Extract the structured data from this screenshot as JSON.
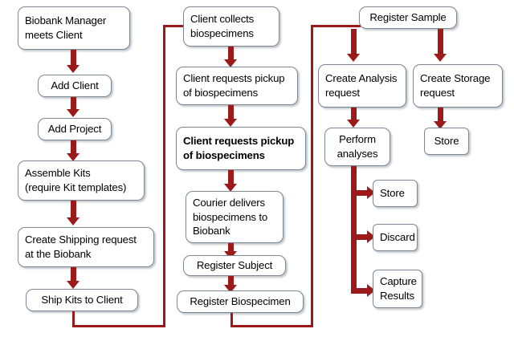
{
  "diagram": {
    "title": "Biobank workflow flowchart",
    "colors": {
      "connector": "#9d1a1a",
      "node_border": "#7c8893",
      "node_fill": "#ffffff",
      "text": "#000000"
    },
    "columns": [
      {
        "name": "client-onboarding-column",
        "nodes": [
          {
            "id": "biobank-manager-meets-client",
            "label": "Biobank Manager\nmeets Client",
            "bold": false
          },
          {
            "id": "add-client",
            "label": "Add Client",
            "bold": false
          },
          {
            "id": "add-project",
            "label": "Add Project",
            "bold": false
          },
          {
            "id": "assemble-kits",
            "label": "Assemble Kits\n(require Kit templates)",
            "bold": false
          },
          {
            "id": "create-shipping-request",
            "label": "Create Shipping request\nat the Biobank",
            "bold": false
          },
          {
            "id": "ship-kits-to-client",
            "label": "Ship Kits to Client",
            "bold": false
          }
        ]
      },
      {
        "name": "collection-column",
        "nodes": [
          {
            "id": "client-collects-biospecimens",
            "label": "Client collects\nbiospecimens",
            "bold": false
          },
          {
            "id": "client-requests-pickup-1",
            "label": "Client requests pickup\nof biospecimens",
            "bold": false
          },
          {
            "id": "client-requests-pickup-2",
            "label": "Client requests pickup\nof biospecimens",
            "bold": true
          },
          {
            "id": "courier-delivers",
            "label": "Courier delivers\nbiospecimens to\nBiobank",
            "bold": false
          },
          {
            "id": "register-subject",
            "label": "Register Subject",
            "bold": false
          },
          {
            "id": "register-biospecimen",
            "label": "Register Biospecimen",
            "bold": false
          }
        ]
      },
      {
        "name": "sample-processing-column",
        "nodes": [
          {
            "id": "register-sample",
            "label": "Register Sample",
            "bold": false
          },
          {
            "id": "create-analysis-request",
            "label": "Create Analysis\nrequest",
            "bold": false
          },
          {
            "id": "create-storage-request",
            "label": "Create Storage\nrequest",
            "bold": false
          },
          {
            "id": "perform-analyses",
            "label": "Perform\nanalyses",
            "bold": false
          },
          {
            "id": "store-storage",
            "label": "Store",
            "bold": false
          },
          {
            "id": "store-analysis",
            "label": "Store",
            "bold": false
          },
          {
            "id": "discard",
            "label": "Discard",
            "bold": false
          },
          {
            "id": "capture-results",
            "label": "Capture\nResults",
            "bold": false
          }
        ]
      }
    ]
  }
}
